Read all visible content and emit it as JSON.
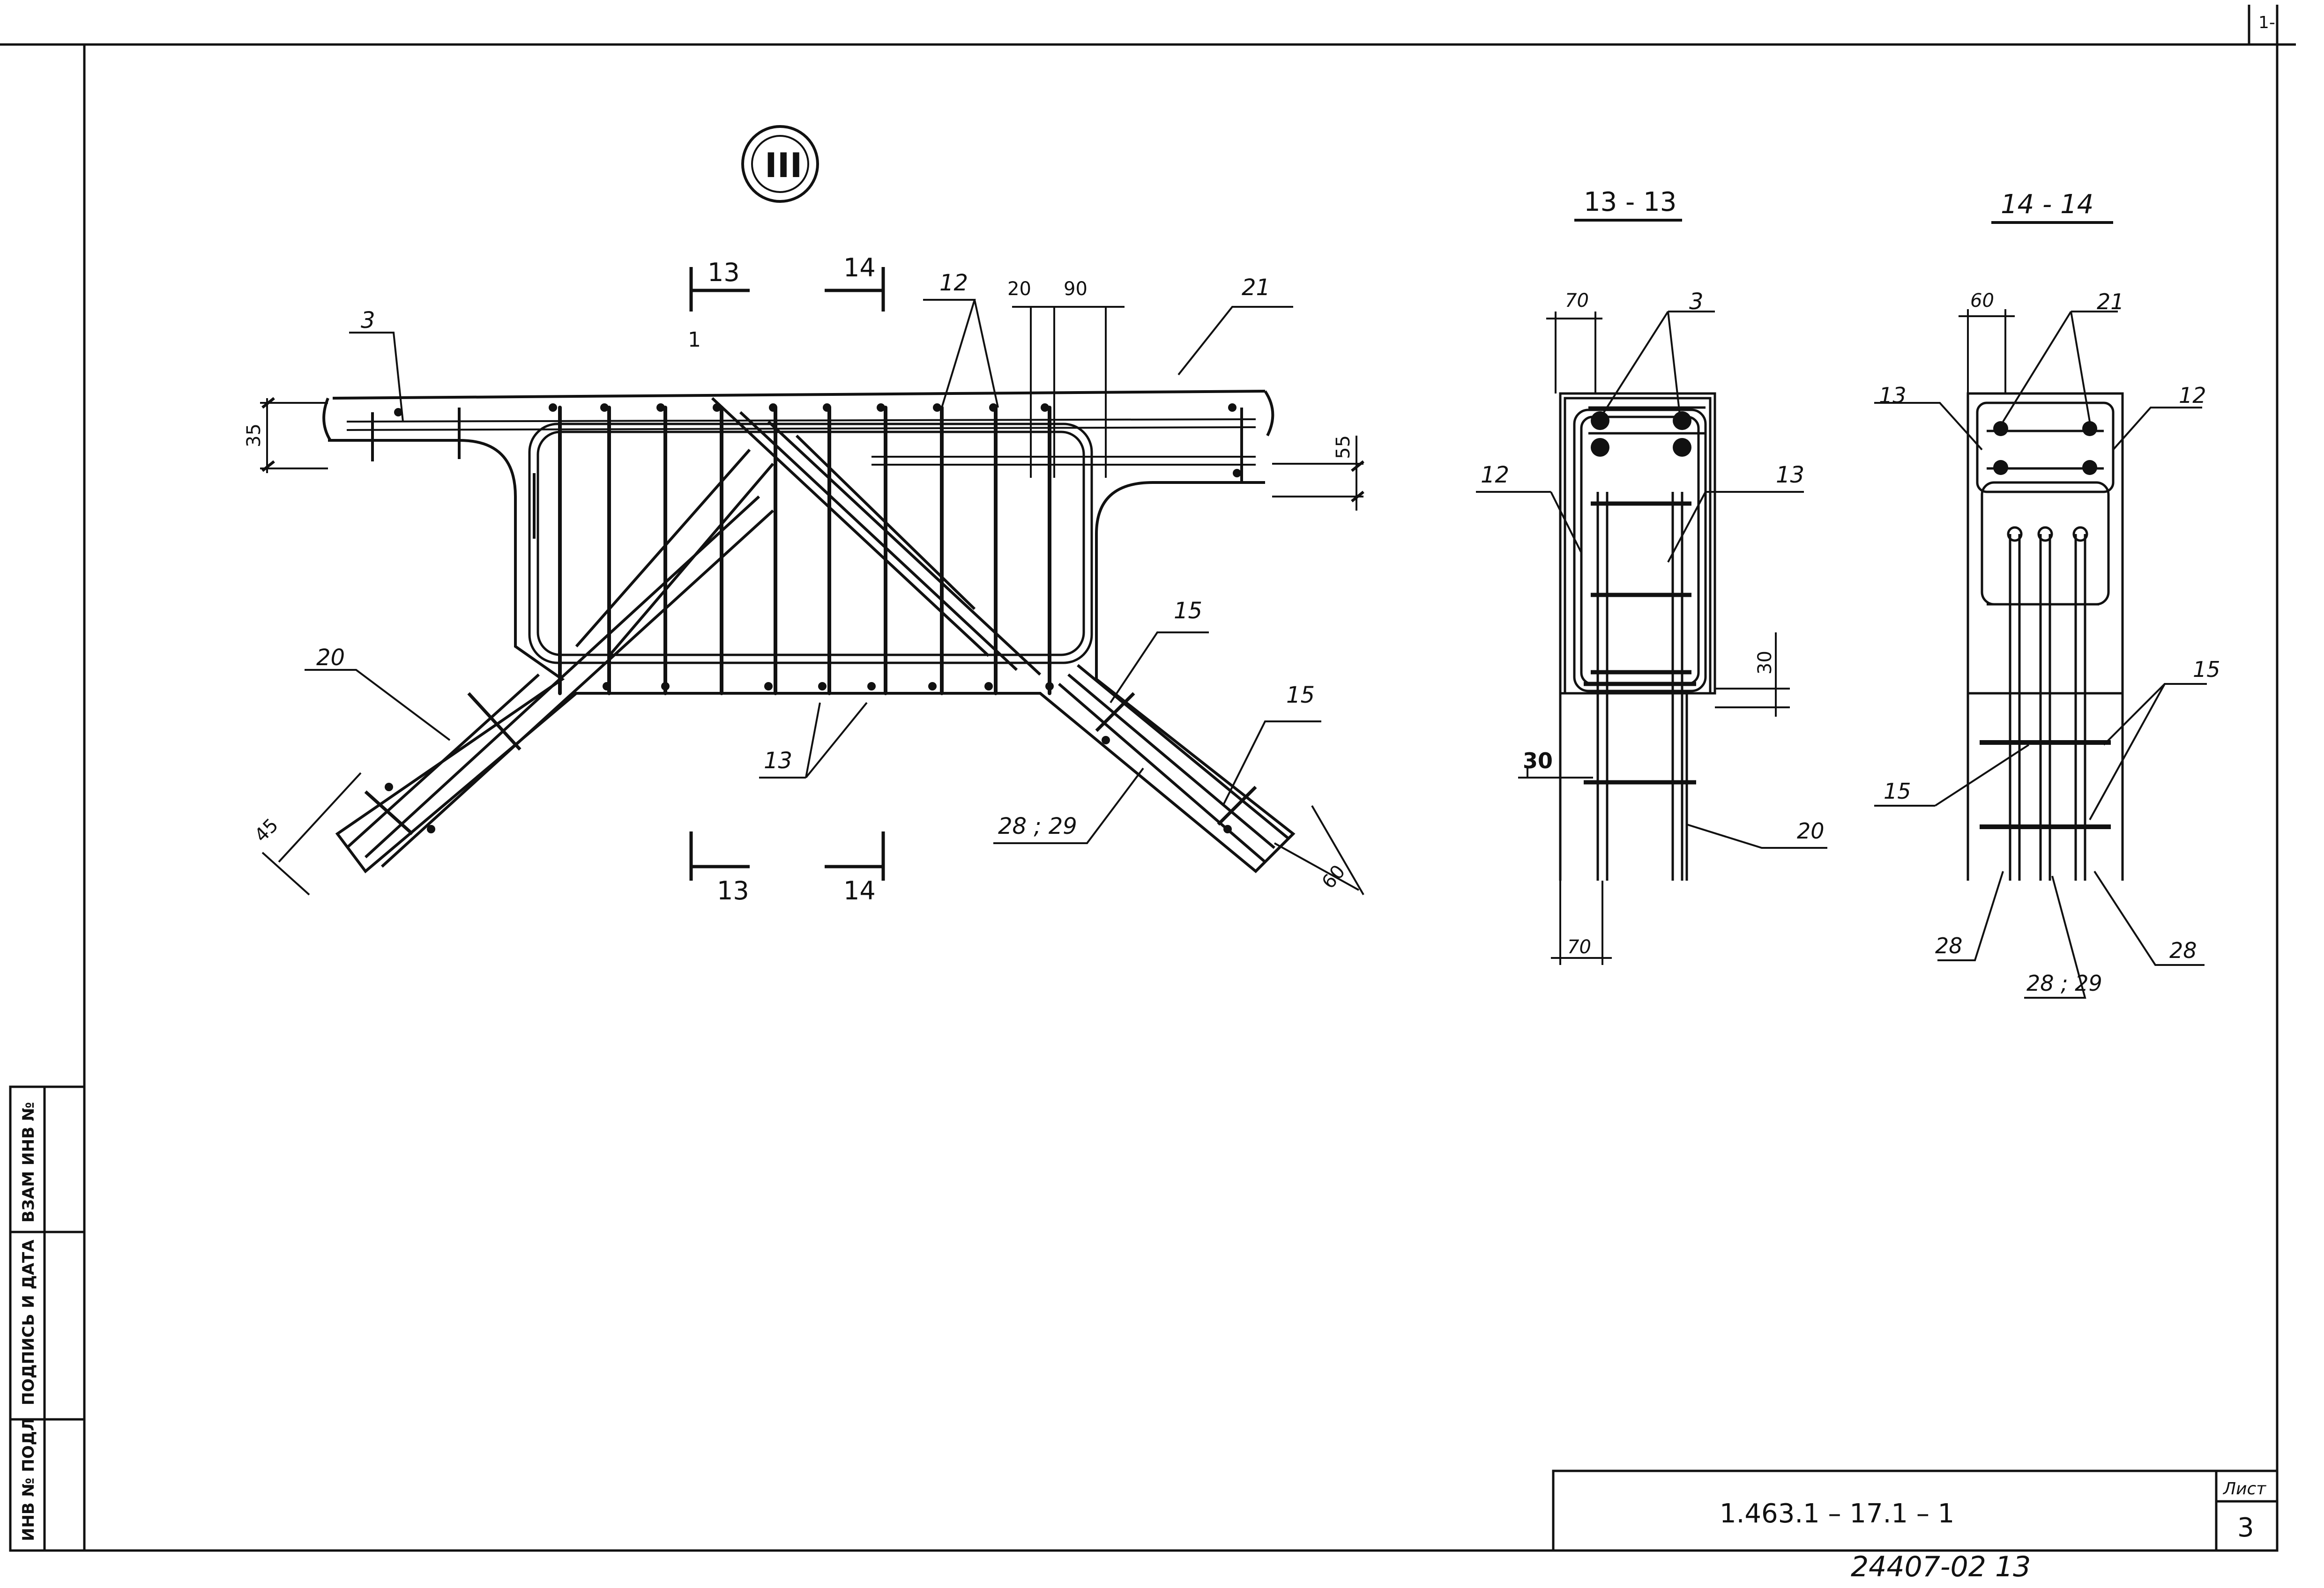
{
  "node_label": "III",
  "sections": {
    "section_13": "13 - 13",
    "section_14": "14 - 14",
    "cut_13_top": "13",
    "cut_14_top": "14",
    "cut_13_bottom": "13",
    "cut_14_bottom": "14"
  },
  "main_view": {
    "pos_3": "3",
    "pos_12": "12",
    "pos_21": "21",
    "pos_20": "20",
    "pos_13": "13",
    "pos_15a": "15",
    "pos_15b": "15",
    "pos_28_29": "28 ; 29",
    "dim_35": "35",
    "dim_55": "55",
    "dim_20": "20",
    "dim_90": "90",
    "dim_45": "45",
    "dim_60": "60",
    "mark_1": "1"
  },
  "section_13_view": {
    "dim_70_top": "70",
    "pos_3": "3",
    "pos_12": "12",
    "pos_13": "13",
    "dim_30_right": "30",
    "dim_30_left": "30",
    "pos_20": "20",
    "dim_70_bottom": "70"
  },
  "section_14_view": {
    "dim_60": "60",
    "pos_21": "21",
    "pos_13": "13",
    "pos_12": "12",
    "pos_15_right": "15",
    "pos_15_left": "15",
    "pos_28_left": "28",
    "pos_28_29": "28 ; 29",
    "pos_28_right": "28"
  },
  "side_stamp": {
    "col1": "ИНВ № ПОДЛ",
    "col2": "ПОДПИСЬ И ДАТА",
    "col3": "ВЗАМ ИНВ №"
  },
  "title_block": {
    "code": "1.463.1 – 17.1 – 1",
    "sheet_label": "Лист",
    "sheet_number": "3"
  },
  "archive_number": "24407-02   13",
  "corner_mark": "1-"
}
